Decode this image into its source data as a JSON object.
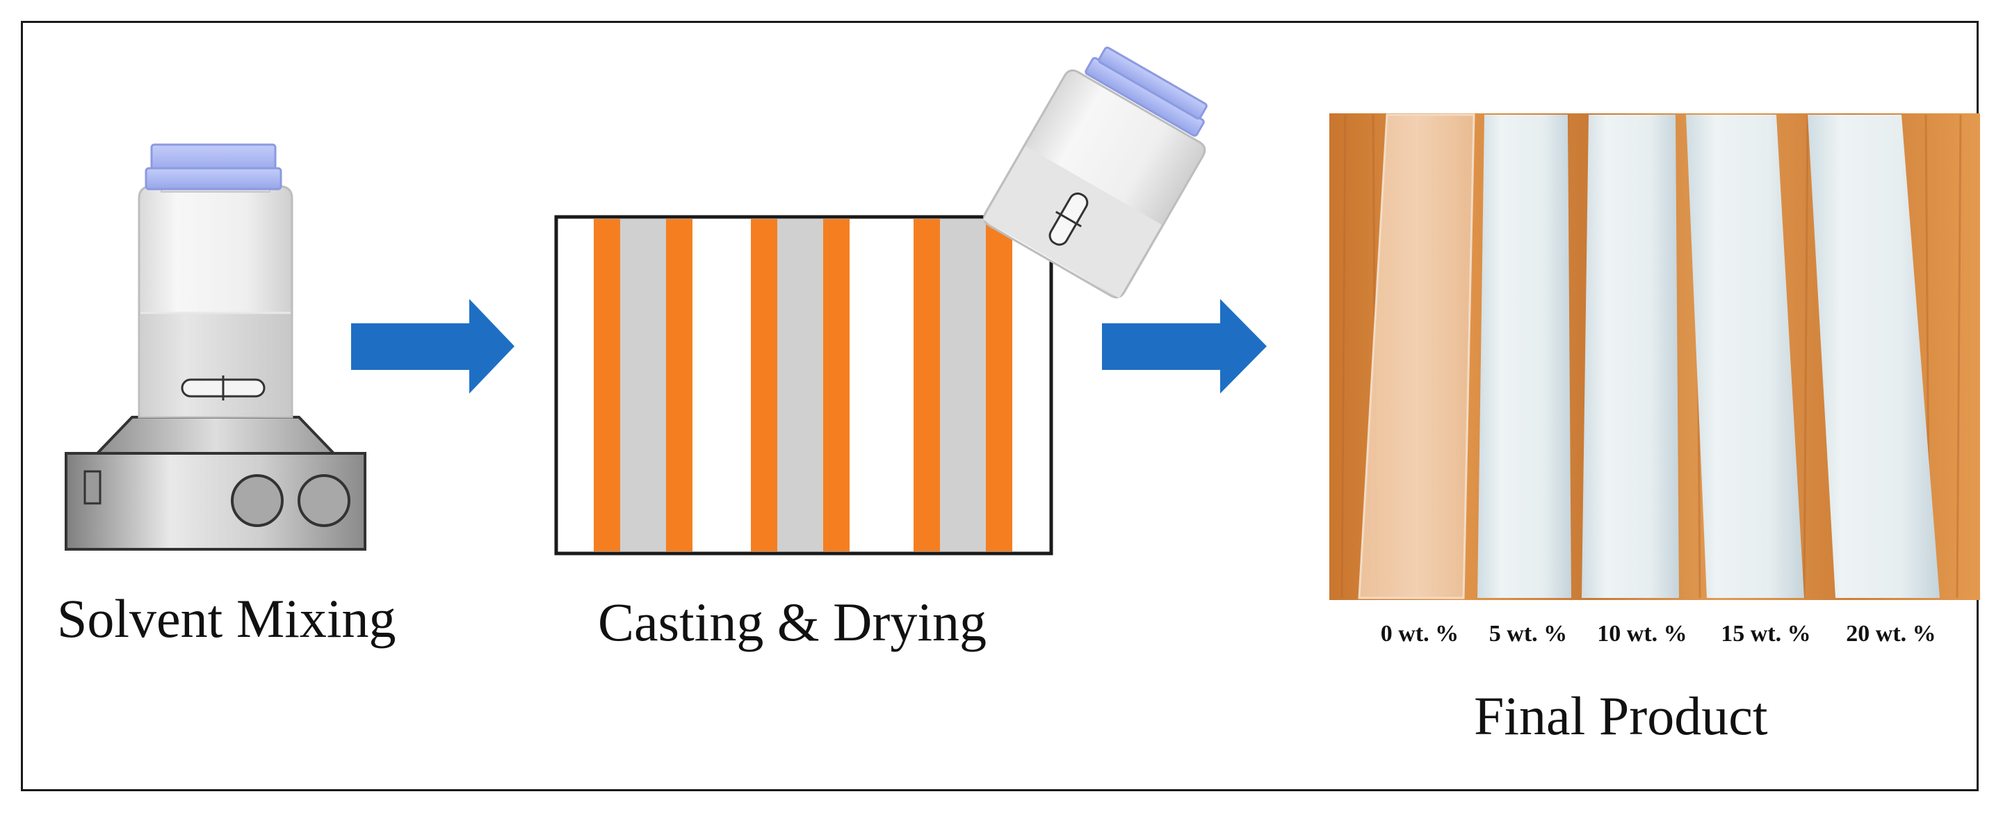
{
  "steps": [
    {
      "label": "Solvent Mixing"
    },
    {
      "label": "Casting & Drying"
    },
    {
      "label": "Final Product"
    }
  ],
  "samples": [
    "0 wt. %",
    "5 wt. %",
    "10 wt. %",
    "15 wt. %",
    "20 wt. %"
  ],
  "colors": {
    "arrow": "#1e6fc4",
    "strip_orange": "#f57f20",
    "strip_gray": "#d0d0d0",
    "jar_cap": "#a9b7f0",
    "wood": "#d98a3e",
    "film": "#e4ecef"
  },
  "icons": [
    "stirrer-jar-icon",
    "right-arrow-icon",
    "casting-mold-icon",
    "pouring-jar-icon",
    "right-arrow-icon",
    "film-photo"
  ]
}
